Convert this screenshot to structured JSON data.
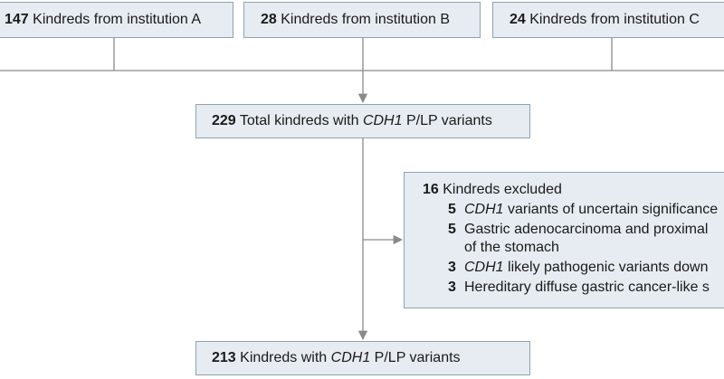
{
  "sources": [
    {
      "count": "147",
      "label": "Kindreds from institution A"
    },
    {
      "count": "28",
      "label": "Kindreds from institution B"
    },
    {
      "count": "24",
      "label": "Kindreds from institution C"
    }
  ],
  "total": {
    "count": "229",
    "prefix": "Total kindreds with",
    "gene": "CDH1",
    "suffix": "P/LP variants"
  },
  "excluded": {
    "count": "16",
    "label": "Kindreds excluded",
    "reasons": [
      {
        "count": "5",
        "gene": "CDH1",
        "text": "variants of uncertain significance"
      },
      {
        "count": "5",
        "gene": "",
        "text": "Gastric adenocarcinoma and proximal",
        "line2": "of the stomach"
      },
      {
        "count": "3",
        "gene": "CDH1",
        "text": "likely pathogenic variants down"
      },
      {
        "count": "3",
        "gene": "",
        "text": "Hereditary diffuse gastric cancer-like s"
      }
    ]
  },
  "final": {
    "count": "213",
    "prefix": "Kindreds with",
    "gene": "CDH1",
    "suffix": "P/LP variants"
  },
  "colors": {
    "box_fill": "#e6ecf1",
    "box_border": "#8fa2b3",
    "connector": "#8a8a8a"
  }
}
